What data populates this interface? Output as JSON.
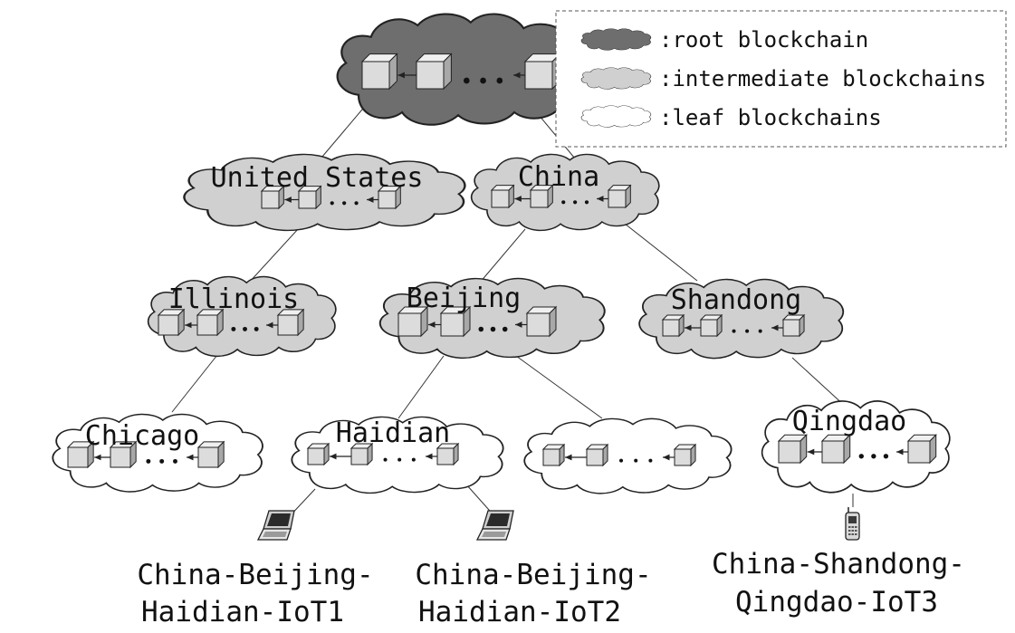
{
  "legend": {
    "items": [
      {
        "id": "root",
        "label": ":root blockchain",
        "fill": "#6e6e6e"
      },
      {
        "id": "intermediate",
        "label": ":intermediate blockchains",
        "fill": "#d0d0d0"
      },
      {
        "id": "leaf",
        "label": ":leaf blockchains",
        "fill": "#ffffff"
      }
    ]
  },
  "colors": {
    "root_fill": "#6e6e6e",
    "intermediate_fill": "#d0d0d0",
    "leaf_fill": "#ffffff",
    "block_front": "#dcdcdc",
    "block_top": "#f0f0f0",
    "block_side": "#a8a8a8",
    "line": "#333333"
  },
  "nodes": {
    "root": {
      "label": "",
      "tier": "root"
    },
    "united_states": {
      "label": "United States",
      "tier": "intermediate"
    },
    "china": {
      "label": "China",
      "tier": "intermediate"
    },
    "illinois": {
      "label": "Illinois",
      "tier": "intermediate"
    },
    "beijing": {
      "label": "Beijing",
      "tier": "intermediate"
    },
    "shandong": {
      "label": "Shandong",
      "tier": "intermediate"
    },
    "chicago": {
      "label": "Chicago",
      "tier": "leaf"
    },
    "haidian": {
      "label": "Haidian",
      "tier": "leaf"
    },
    "unnamed_leaf": {
      "label": "",
      "tier": "leaf"
    },
    "qingdao": {
      "label": "Qingdao",
      "tier": "leaf"
    }
  },
  "devices": [
    {
      "id": "iot1",
      "icon": "laptop-icon",
      "line1": "China-Beijing-",
      "line2": "Haidian-IoT1"
    },
    {
      "id": "iot2",
      "icon": "laptop-icon",
      "line1": "China-Beijing-",
      "line2": "Haidian-IoT2"
    },
    {
      "id": "iot3",
      "icon": "phone-icon",
      "line1": "China-Shandong-",
      "line2": "Qingdao-IoT3"
    }
  ]
}
